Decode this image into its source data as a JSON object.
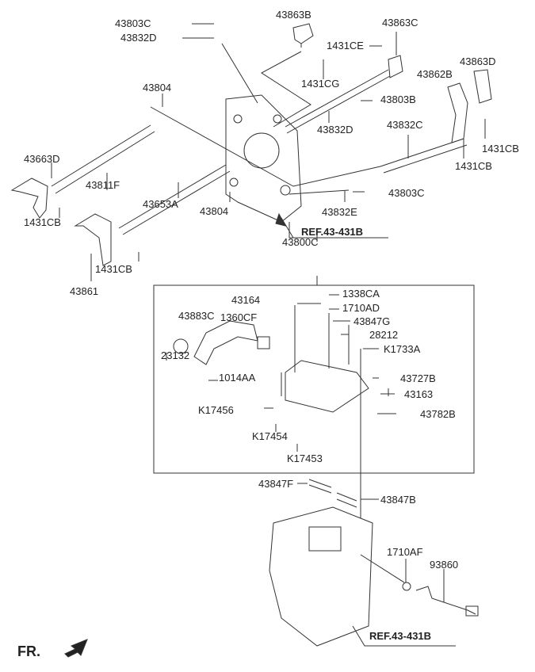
{
  "labels": {
    "p43803C_top": "43803C",
    "p43832D_top": "43832D",
    "p43863B": "43863B",
    "p43863C": "43863C",
    "p1431CE": "1431CE",
    "p1431CG": "1431CG",
    "p43863D": "43863D",
    "p43862B": "43862B",
    "p43803B": "43803B",
    "p43804_top": "43804",
    "p43832D_mid": "43832D",
    "p43832C": "43832C",
    "p1431CB_r1": "1431CB",
    "p1431CB_r2": "1431CB",
    "p43663D": "43663D",
    "p43811F": "43811F",
    "p43803C_mid": "43803C",
    "p43832E": "43832E",
    "p43804_mid": "43804",
    "p43653A": "43653A",
    "p1431CB_l1": "1431CB",
    "p1431CB_l2": "1431CB",
    "p43861": "43861",
    "ref_top": "REF.43-431B",
    "p43800C": "43800C",
    "p1338CA": "1338CA",
    "p43164": "43164",
    "p1710AD": "1710AD",
    "p43847G": "43847G",
    "p43883C": "43883C",
    "p1360CF": "1360CF",
    "p28212": "28212",
    "pK1733A": "K1733A",
    "p23132": "23132",
    "p1014AA": "1014AA",
    "p43727B": "43727B",
    "p43163": "43163",
    "pK17456": "K17456",
    "p43782B": "43782B",
    "pK17454": "K17454",
    "pK17453": "K17453",
    "p43847F": "43847F",
    "p43847B": "43847B",
    "p1710AF": "1710AF",
    "p93860": "93860",
    "ref_bottom": "REF.43-431B",
    "fr": "FR."
  },
  "colors": {
    "line": "#333333",
    "background": "#ffffff"
  }
}
